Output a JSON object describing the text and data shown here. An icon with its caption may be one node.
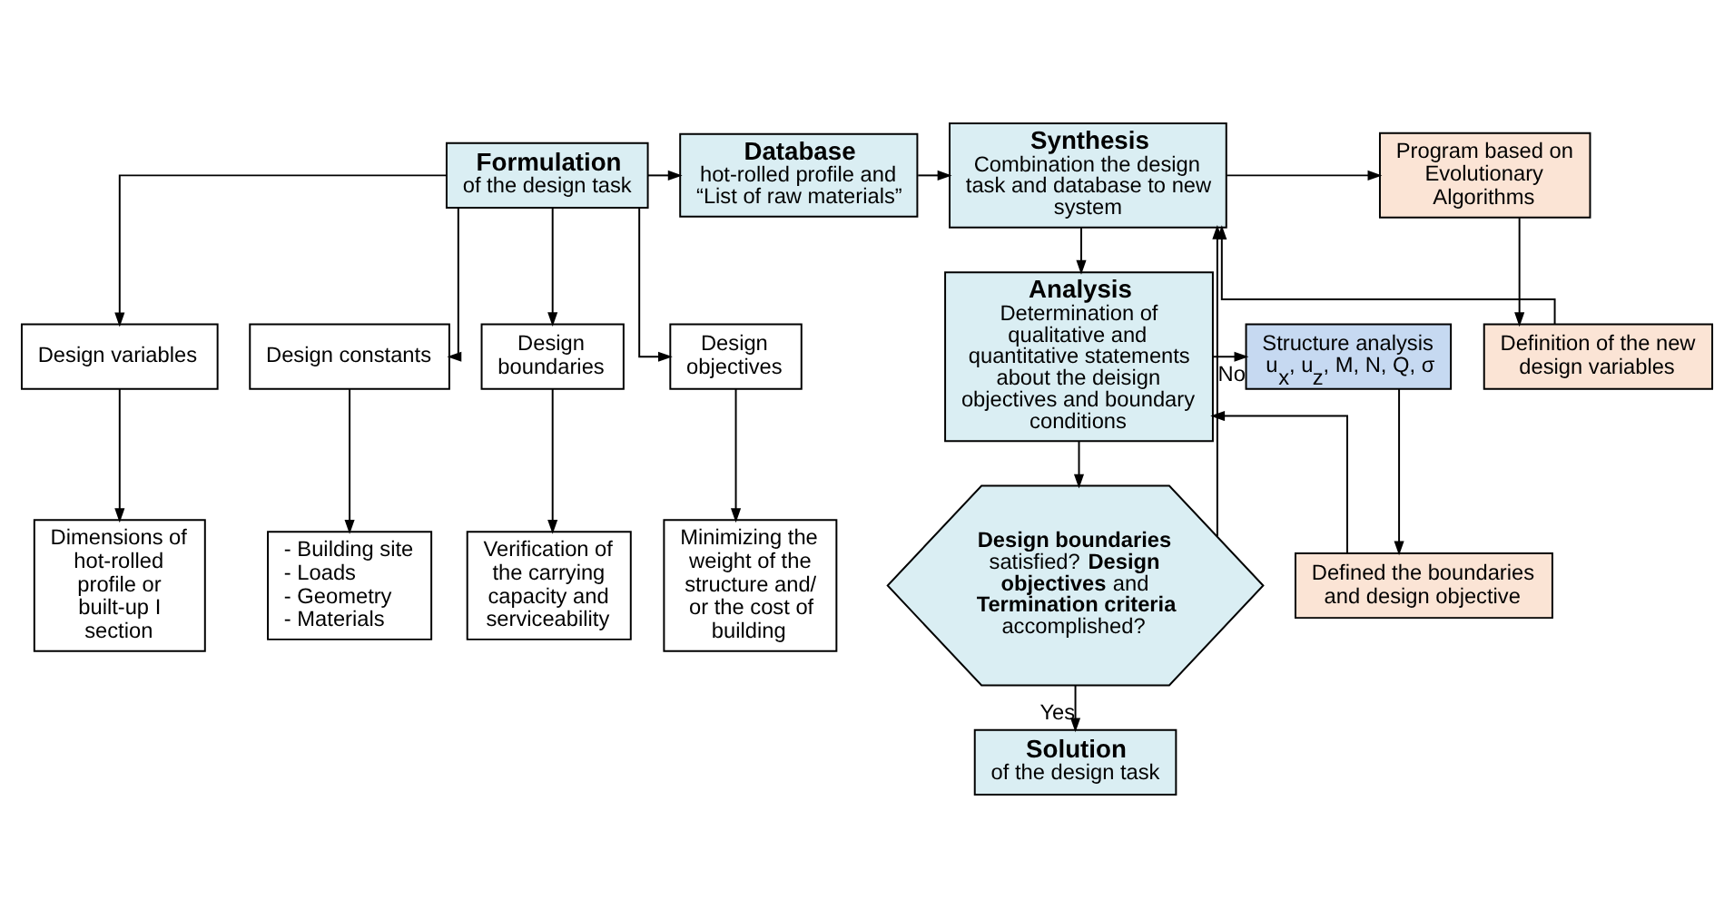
{
  "diagram": {
    "nodes": [
      {
        "text": [
          "Formulation",
          "of the design task"
        ]
      },
      {
        "text": [
          "Database",
          "hot-rolled profile and “List of raw materials”"
        ]
      },
      {
        "text": [
          "Synthesis",
          "Combination the design task and database to new system"
        ]
      },
      {
        "text": [
          "Program based on Evolutionary Algorithms"
        ]
      },
      {
        "text": [
          "Definition of the new design variables"
        ]
      },
      {
        "text": [
          "Design variables"
        ]
      },
      {
        "text": [
          "Design constants"
        ]
      },
      {
        "text": [
          "Design boundaries"
        ]
      },
      {
        "text": [
          "Design objectives"
        ]
      },
      {
        "text": [
          "Dimensions of hot-rolled profile or built-up I section"
        ]
      },
      {
        "text": [
          "- Building site",
          "- Loads",
          "- Geometry",
          "- Materials"
        ]
      },
      {
        "text": [
          "Verification of the carrying capacity and serviceability"
        ]
      },
      {
        "text": [
          "Minimizing the weight of the structure and/ or the cost of building"
        ]
      },
      {
        "text": [
          "Analysis",
          "Determination of qualitative and quantitative statements about the deisign objectives and boundary conditions"
        ]
      },
      {
        "text": [
          "Structure analysis",
          "u$_{x}$, u$_{z}$, M, N, Q, σ"
        ]
      },
      {
        "text": [
          "Defined the boundaries and design objective"
        ]
      },
      {
        "text": [
          "**Design boundaries** satisfied? **Design objectives** and **Termination criteria** accomplished?"
        ]
      },
      {
        "text": [
          "Solution",
          "of the design task"
        ]
      }
    ],
    "edges": [
      {
        "from": 0,
        "to": 1,
        "arrow": "to"
      },
      {
        "from": 1,
        "to": 2,
        "arrow": "to"
      },
      {
        "from": 0,
        "to": 5,
        "arrow": "to"
      },
      {
        "from": 0,
        "to": 6,
        "arrow": "to"
      },
      {
        "from": 0,
        "to": 7,
        "arrow": "to"
      },
      {
        "from": 0,
        "to": 8,
        "arrow": "to"
      },
      {
        "from": 5,
        "to": 9,
        "arrow": "to"
      },
      {
        "from": 6,
        "to": 10,
        "arrow": "to"
      },
      {
        "from": 7,
        "to": 11,
        "arrow": "to"
      },
      {
        "from": 8,
        "to": 12,
        "arrow": "to"
      },
      {
        "from": 2,
        "to": 3,
        "arrow": "to"
      },
      {
        "from": 3,
        "to": 4,
        "arrow": "to"
      },
      {
        "from": 4,
        "to": 2,
        "arrow": "to"
      },
      {
        "from": 2,
        "to": 13,
        "arrow": "to"
      },
      {
        "from": 13,
        "to": 14,
        "arrow": "to"
      },
      {
        "from": 14,
        "to": 15,
        "arrow": "to"
      },
      {
        "from": 15,
        "to": 13,
        "arrow": "to"
      },
      {
        "from": 13,
        "to": 16,
        "arrow": "to"
      },
      {
        "from": 16,
        "to": 2,
        "label": "No",
        "arrow": "to"
      },
      {
        "from": 16,
        "to": 17,
        "label": "Yes",
        "arrow": "to"
      }
    ]
  }
}
